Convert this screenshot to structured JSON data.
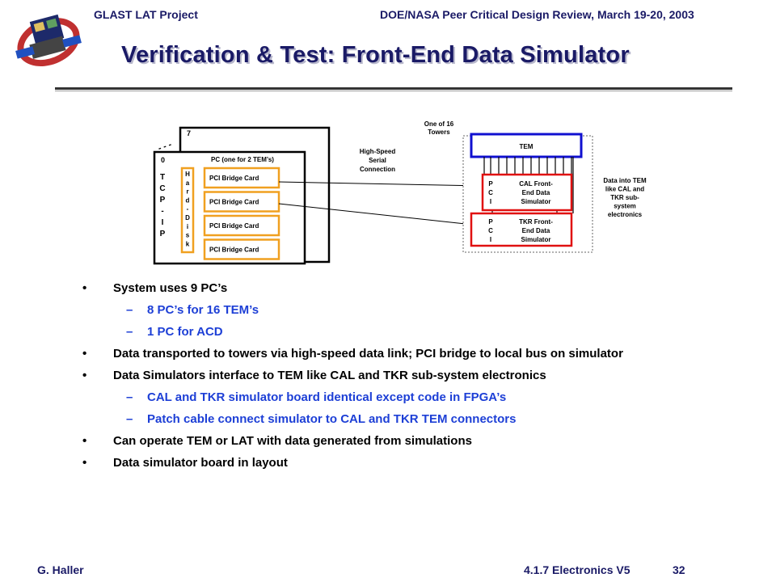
{
  "header": {
    "left": "GLAST LAT Project",
    "right": "DOE/NASA Peer Critical Design Review, March 19-20, 2003"
  },
  "title": "Verification & Test: Front-End Data Simulator",
  "diagram": {
    "front_label": "0",
    "back_label": "7",
    "dots": "- - -",
    "tcpip": [
      "T",
      "C",
      "P",
      "-",
      "I",
      "P"
    ],
    "pc_label": "PC (one for 2 TEM’s)",
    "hard_disk": [
      "H",
      "a",
      "r",
      "d",
      "-",
      "D",
      "i",
      "s",
      "k"
    ],
    "pci_cards": [
      "PCI Bridge Card",
      "PCI Bridge Card",
      "PCI Bridge Card",
      "PCI Bridge Card"
    ],
    "link_label": [
      "High-Speed",
      "Serial",
      "Connection"
    ],
    "tower_label": [
      "One of 16",
      "Towers"
    ],
    "tem": "TEM",
    "pci_vertical": [
      "P",
      "C",
      "I"
    ],
    "cal_sim": [
      "CAL Front-",
      "End Data",
      "Simulator"
    ],
    "tkr_sim": [
      "TKR Front-",
      "End Data",
      "Simulator"
    ],
    "data_into": [
      "Data into TEM",
      "like CAL and",
      "TKR sub-",
      "system",
      "electronics"
    ],
    "colors": {
      "orange": "#f0a020",
      "blue": "#1010d0",
      "red": "#e01010"
    }
  },
  "bullets": [
    {
      "level": 1,
      "text": "System uses 9 PC’s"
    },
    {
      "level": 2,
      "text": "8 PC’s for 16 TEM’s"
    },
    {
      "level": 2,
      "text": "1 PC for ACD"
    },
    {
      "level": 1,
      "text": "Data transported to towers via high-speed data link; PCI bridge to local bus on simulator"
    },
    {
      "level": 1,
      "text": "Data Simulators interface to TEM like CAL and TKR sub-system electronics"
    },
    {
      "level": 2,
      "text": "CAL and TKR simulator board identical except code in FPGA’s"
    },
    {
      "level": 2,
      "text": "Patch cable connect simulator to CAL and TKR TEM connectors"
    },
    {
      "level": 1,
      "text": "Can operate TEM or LAT with data generated from simulations"
    },
    {
      "level": 1,
      "text": "Data simulator board in layout"
    }
  ],
  "footer": {
    "left": "G. Haller",
    "middle": "4.1.7 Electronics  V5",
    "page": "32"
  }
}
